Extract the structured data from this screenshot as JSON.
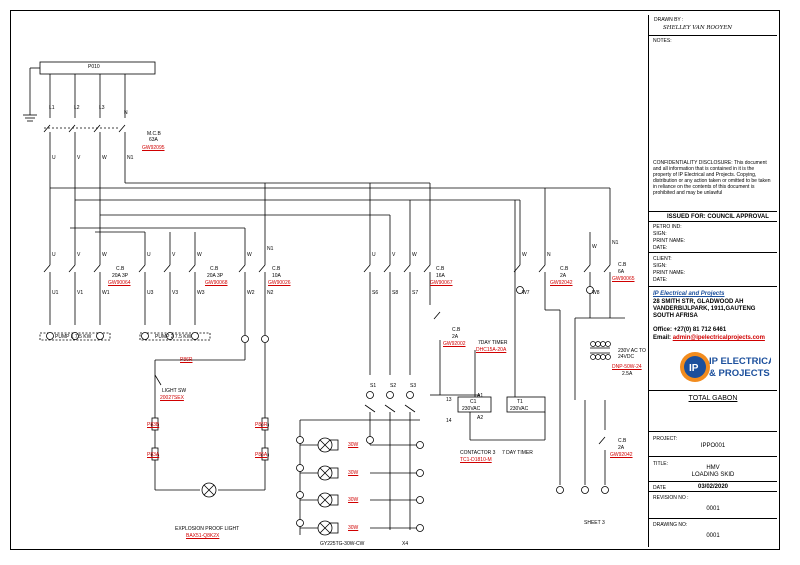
{
  "supply": {
    "label": "P010",
    "phases": [
      "L1",
      "L2",
      "L3",
      "N"
    ]
  },
  "main_breaker": {
    "label": "M.C.B",
    "rating": "63A",
    "code": "GW92095",
    "poles": [
      "U",
      "V",
      "W",
      "N1"
    ]
  },
  "pump1": {
    "breaker": "C.B",
    "rating": "20A 3P",
    "code": "GW90064",
    "inputs": [
      "U",
      "V",
      "W"
    ],
    "outputs": [
      "U1",
      "V1",
      "W1"
    ],
    "label": "PUMP 1  7.5 KW"
  },
  "pump2": {
    "breaker": "C.B",
    "rating": "20A 3P",
    "code": "GW90068",
    "inputs": [
      "U",
      "V",
      "W"
    ],
    "outputs": [
      "U3",
      "V3",
      "W3"
    ],
    "label": "PUMP 2  7.5 KW"
  },
  "light_cb": {
    "breaker": "C.B",
    "rating": "10A",
    "code": "GW90026",
    "terms": [
      "W",
      "N1",
      "W2",
      "N2"
    ]
  },
  "light_sw": {
    "fuse_code": "P86R",
    "label": "LIGHT SW",
    "code": "20027SEX",
    "lamp_label": "EXPLOSION PROOF LIGHT",
    "lamp_code": "BAX51-Q8K2X",
    "fuse_codes": [
      "P83B",
      "P83A",
      "P85R",
      "P85A"
    ]
  },
  "cb_16a": {
    "breaker": "C.B",
    "rating": "16A",
    "code": "GW90067",
    "inputs": [
      "U",
      "V",
      "W"
    ],
    "outputs": [
      "S6",
      "S8",
      "S7"
    ],
    "aux": [
      "S1",
      "S2",
      "S3"
    ]
  },
  "timer_cb": {
    "breaker": "C.B",
    "rating": "2A",
    "code": "GW92002"
  },
  "timer": {
    "label": "7DAY TIMER",
    "code": "DHC15A-20A",
    "c1": "C1",
    "t1": "T1",
    "v1": "230VAC",
    "v2": "230VAC",
    "a1": "A1",
    "a2": "A2"
  },
  "contactor": {
    "label": "CONTACTOR 3",
    "code": "TC1-D1810-M",
    "label2": "7 DAY TIMER",
    "nums": [
      "13",
      "14"
    ]
  },
  "lamps": {
    "count_label": "GY225TG-30W-CW",
    "qty": "X4",
    "watt": [
      "30W",
      "30W",
      "30W",
      "30W"
    ]
  },
  "cb_2a_b": {
    "breaker": "C.B",
    "rating": "2A",
    "code": "GW92042",
    "terms": [
      "W",
      "W7",
      "N"
    ]
  },
  "cb_6a": {
    "breaker": "C.B",
    "rating": "6A",
    "code": "GW90065",
    "terms": [
      "W",
      "N1",
      "W8"
    ]
  },
  "psu": {
    "label": "230V AC TO 24VDC",
    "code": "DNP-50W-24",
    "current": "2.5A"
  },
  "cb_2a_c": {
    "breaker": "C.B",
    "rating": "2A",
    "code": "GW92042"
  },
  "sheet_ref": "SHEET 3",
  "title_block": {
    "drawn_by_label": "DRAWN BY :",
    "drawn_by": "SHELLEY VAN ROOYEN",
    "notes_label": "NOTES:",
    "confidentiality": "CONFIDENTIALITY DISCLOSURE: This document and all information that is contained in it is the property of IP Electrical and Projects. Copying, distribution or any action taken or omitted to be taken in reliance on the contents of this document is prohibited and may be unlawful",
    "issued_for": "ISSUED FOR: COUNCIL APPROVAL",
    "petro_fields": [
      "PETRO IND:",
      "SIGN:",
      "PRINT NAME:",
      "DATE:"
    ],
    "client_fields": [
      "CLIENT:",
      "SIGN:",
      "PRINT NAME:",
      "DATE:"
    ],
    "company_name": "IP Electrical and Projects",
    "address": "28 SMITH STR, GLADWOOD AH VANDERBIJLPARK, 1911,GAUTENG SOUTH AFRISA",
    "office": "Office: +27(0) 81 712 6461",
    "email_label": "Email:",
    "email": "admin@ipelectricalprojects.com",
    "logo_text_1": "IP ELECTRICAL",
    "logo_text_2": "& PROJECTS",
    "logo_monogram": "IP",
    "client_name": "TOTAL GABON",
    "project_label": "PROJECT:",
    "project": "IPPO001",
    "title_label": "TITLE:",
    "title_1": "HMV",
    "title_2": "LOADING SKID",
    "date_label": "DATE",
    "date": "03/02/2020",
    "revision_label": "REVISION NO :",
    "revision": "0001",
    "drawing_label": "DRAWING NO:",
    "drawing": "0001"
  },
  "colors": {
    "line": "#000000",
    "ref": "#d00000",
    "brand_blue": "#1b4f9c",
    "brand_orange": "#f28c1e"
  }
}
